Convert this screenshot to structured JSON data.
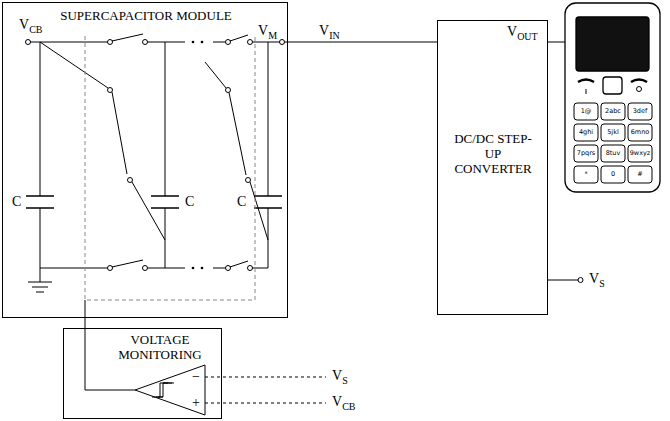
{
  "diagram": {
    "nodes": [
      {
        "text": [
          "SUPERCAPACITOR MODULE"
        ]
      },
      {
        "text": [
          "VOLTAGE MONITORING"
        ]
      },
      {
        "text": [
          "DC/DC STEP-UP CONVERTER"
        ]
      }
    ],
    "edges": [
      {
        "from": 0,
        "to": 2,
        "arrow": "none"
      },
      {
        "from": 1,
        "to": 0,
        "arrow": "none"
      }
    ],
    "labels": [
      "VCB",
      "C",
      "C",
      "C",
      "VM",
      "VIN",
      "VOUT",
      "VS",
      "−",
      "+",
      "VS",
      "VCB",
      "1@",
      "2abc",
      "3def",
      "4ghi",
      "5jkl",
      "6mno",
      "7pqrs",
      "8tuv",
      "9wxyz",
      "*",
      "0",
      "#"
    ]
  }
}
